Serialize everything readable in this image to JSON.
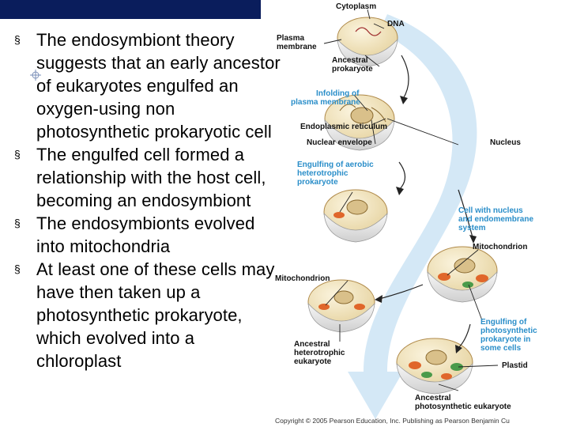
{
  "bullets": [
    "The endosymbiont theory suggests that an early ancestor of eukaryotes engulfed an oxygen-using non photosynthetic prokaryotic cell",
    "The engulfed cell formed a relationship with the host cell, becoming an endosymbiont",
    "The endosymbionts evolved into mitochondria",
    "At least one of these cells may have then taken up a photosynthetic prokaryote, which evolved into a chloroplast"
  ],
  "bullet_marker": "§",
  "figure": {
    "cytoplasm": "Cytoplasm",
    "dna": "DNA",
    "plasma_membrane_1": "Plasma",
    "plasma_membrane_2": "membrane",
    "ancestral_prokaryote_1": "Ancestral",
    "ancestral_prokaryote_2": "prokaryote",
    "infolding_1": "Infolding of",
    "infolding_2": "plasma membrane",
    "er": "Endoplasmic reticulum",
    "nuclear_envelope": "Nuclear envelope",
    "nucleus": "Nucleus",
    "engulfing_aerobic_1": "Engulfing of aerobic",
    "engulfing_aerobic_2": "heterotrophic",
    "engulfing_aerobic_3": "prokaryote",
    "cell_nucleus_1": "Cell with nucleus",
    "cell_nucleus_2": "and endomembrane",
    "cell_nucleus_3": "system",
    "mitochondrion_right": "Mitochondrion",
    "mitochondrion_left": "Mitochondrion",
    "engulfing_photo_1": "Engulfing of",
    "engulfing_photo_2": "photosynthetic",
    "engulfing_photo_3": "prokaryote in",
    "engulfing_photo_4": "some cells",
    "ancestral_hetero_1": "Ancestral",
    "ancestral_hetero_2": "heterotrophic",
    "ancestral_hetero_3": "eukaryote",
    "plastid": "Plastid",
    "ancestral_photo_1": "Ancestral",
    "ancestral_photo_2": "photosynthetic eukaryote"
  },
  "copyright": "Copyright © 2005 Pearson Education, Inc. Publishing as Pearson Benjamin Cu",
  "colors": {
    "bar": "#0a1d5c",
    "label_blue": "#2a8ec9",
    "arrow_blue": "#cfe6f5",
    "cell_fill": "#f3e8c8",
    "mitochondria": "#e0662a",
    "plastid": "#4a9a4a"
  }
}
